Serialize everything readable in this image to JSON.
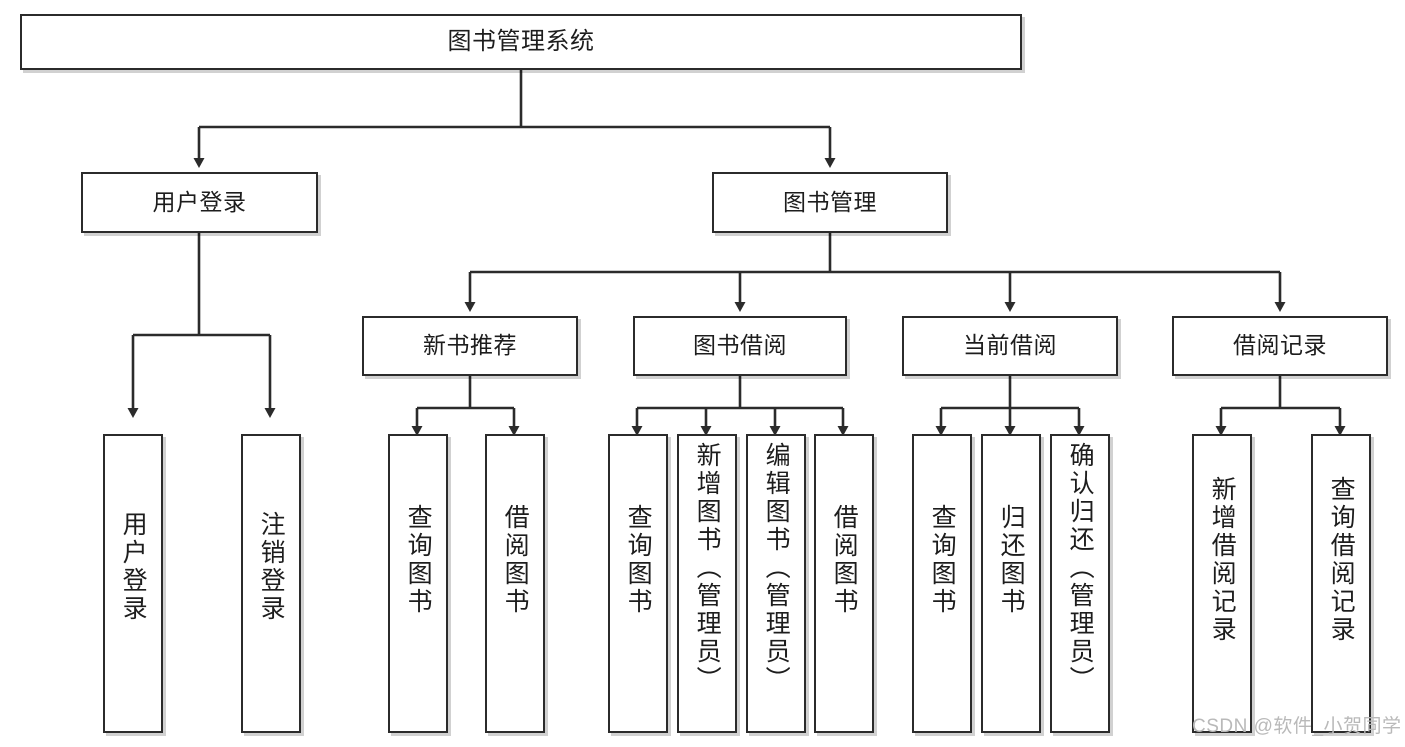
{
  "diagram": {
    "type": "tree-hierarchy",
    "title": "图书管理系统",
    "root": {
      "label": "图书管理系统"
    },
    "level2": [
      {
        "label": "用户登录"
      },
      {
        "label": "图书管理"
      }
    ],
    "level3": [
      {
        "label": "新书推荐"
      },
      {
        "label": "图书借阅"
      },
      {
        "label": "当前借阅"
      },
      {
        "label": "借阅记录"
      }
    ],
    "leaves": {
      "user_login": [
        {
          "label": "用户登录"
        },
        {
          "label": "注销登录"
        }
      ],
      "new_book_recommend": [
        {
          "label": "查询图书"
        },
        {
          "label": "借阅图书"
        }
      ],
      "book_borrow": [
        {
          "label": "查询图书"
        },
        {
          "label": "新增图书（管理员）"
        },
        {
          "label": "编辑图书（管理员）"
        },
        {
          "label": "借阅图书"
        }
      ],
      "current_borrow": [
        {
          "label": "查询图书"
        },
        {
          "label": "归还图书"
        },
        {
          "label": "确认归还（管理员）"
        }
      ],
      "borrow_record": [
        {
          "label": "新增借阅记录"
        },
        {
          "label": "查询借阅记录"
        }
      ]
    }
  },
  "watermark": {
    "text": "CSDN @软件_小贺同学"
  },
  "colors": {
    "box_border": "#2b2b2b",
    "box_fill": "#ffffff",
    "text": "#1d1d1d",
    "connector": "#2b2b2b",
    "watermark": "#b9b9b9",
    "background": "#ffffff"
  }
}
